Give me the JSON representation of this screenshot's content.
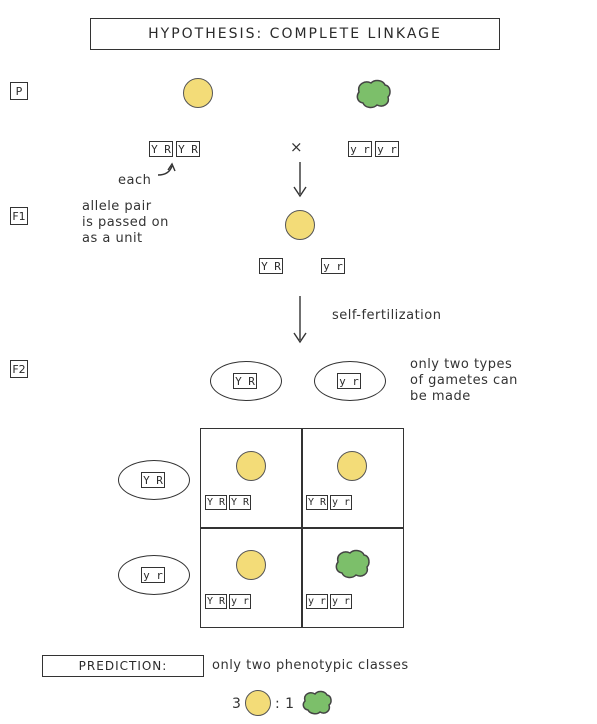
{
  "title": "HYPOTHESIS: COMPLETE LINKAGE",
  "generations": {
    "p": "P",
    "f1": "F1",
    "f2": "F2"
  },
  "cross_symbol": "×",
  "p_left_genotype": [
    "Y R",
    "Y R"
  ],
  "p_right_genotype": [
    "y r",
    "y r"
  ],
  "annotation_each": "each",
  "annotation_allele": "allele pair",
  "annotation_passed": "is passed on",
  "annotation_unit": "as a unit",
  "f1_genotype": [
    "Y R",
    "y r"
  ],
  "self_fertilization": "self-fertilization",
  "gamete_note": [
    "only two types",
    "of gametes can",
    "be made"
  ],
  "gametes_top": [
    "Y R",
    "y r"
  ],
  "gametes_side": [
    "Y R",
    "y r"
  ],
  "punnett": [
    {
      "phenotype": "yellow-round",
      "genotype": [
        "Y R",
        "Y R"
      ]
    },
    {
      "phenotype": "yellow-round",
      "genotype": [
        "Y R",
        "y r"
      ]
    },
    {
      "phenotype": "yellow-round",
      "genotype": [
        "Y R",
        "y r"
      ]
    },
    {
      "phenotype": "green-wrinkled",
      "genotype": [
        "y r",
        "y r"
      ]
    }
  ],
  "prediction_label": "PREDICTION:",
  "prediction_text": "only two phenotypic classes",
  "ratio_left": "3",
  "ratio_sep": ": 1",
  "colors": {
    "yellow": "#f3dc78",
    "green": "#7cbf6a",
    "ink": "#333333"
  }
}
